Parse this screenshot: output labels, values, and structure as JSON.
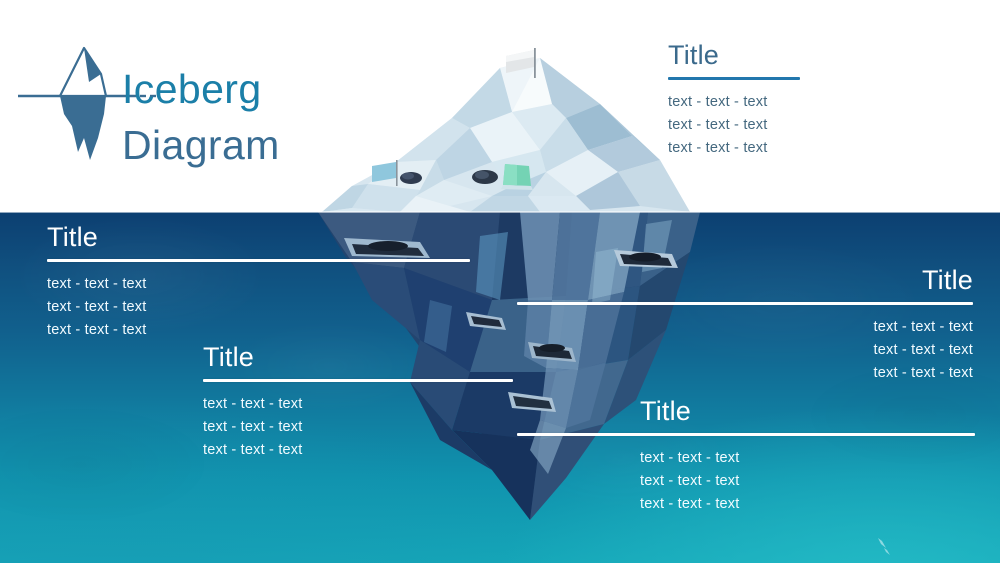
{
  "logo": {
    "word1": "Iceberg",
    "word2": "Diagram",
    "word1_color": "#1b7fa8",
    "word2_color": "#3a6d93",
    "icon": "iceberg-logo-icon"
  },
  "theme": {
    "sky_color": "#ffffff",
    "sea_top_color": "#0c3f71",
    "sea_bottom_color": "#15a6b8",
    "above_rule_color": "#2277ad",
    "above_title_color": "#3b6a8c",
    "above_text_color": "#44687f",
    "under_text_color": "#ffffff"
  },
  "blocks": {
    "top_right": {
      "title": "Title",
      "lines": [
        "text - text - text",
        "text - text - text",
        "text - text - text"
      ]
    },
    "left": {
      "title": "Title",
      "lines": [
        "text - text - text",
        "text - text - text",
        "text - text - text"
      ]
    },
    "middle_left": {
      "title": "Title",
      "lines": [
        "text - text - text",
        "text - text - text",
        "text - text - text"
      ]
    },
    "right": {
      "title": "Title",
      "lines": [
        "text - text - text",
        "text - text - text",
        "text - text - text"
      ]
    },
    "bottom_center": {
      "title": "Title",
      "lines": [
        "text - text - text",
        "text - text - text",
        "text - text - text"
      ]
    }
  },
  "illustration": {
    "name": "low-poly-iceberg",
    "summit_flag_color": "#e3e6e8",
    "side_flag_color": "#8fc7dd",
    "tent_color": "#74d3b4",
    "rock_color": "#2f3b4f"
  }
}
